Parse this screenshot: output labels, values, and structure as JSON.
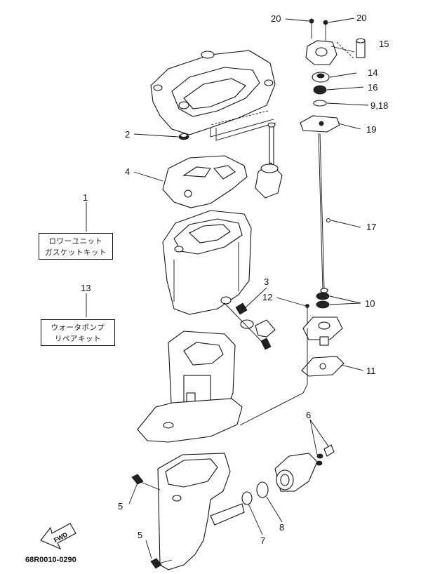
{
  "callouts": {
    "c1": "1",
    "c2": "2",
    "c3": "3",
    "c4": "4",
    "c5a": "5",
    "c5b": "5",
    "c6": "6",
    "c7": "7",
    "c8": "8",
    "c9_18": "9,18",
    "c10": "10",
    "c11": "11",
    "c12": "12",
    "c13": "13",
    "c14": "14",
    "c15": "15",
    "c16": "16",
    "c17": "17",
    "c19": "19",
    "c20a": "20",
    "c20b": "20"
  },
  "kits": {
    "gasket_line1": "ロワーユニット",
    "gasket_line2": "ガスケットキット",
    "pump_line1": "ウォータポンプ",
    "pump_line2": "リペアキット"
  },
  "fwd_label": "FWD",
  "diagram_code": "68R0010-0290"
}
